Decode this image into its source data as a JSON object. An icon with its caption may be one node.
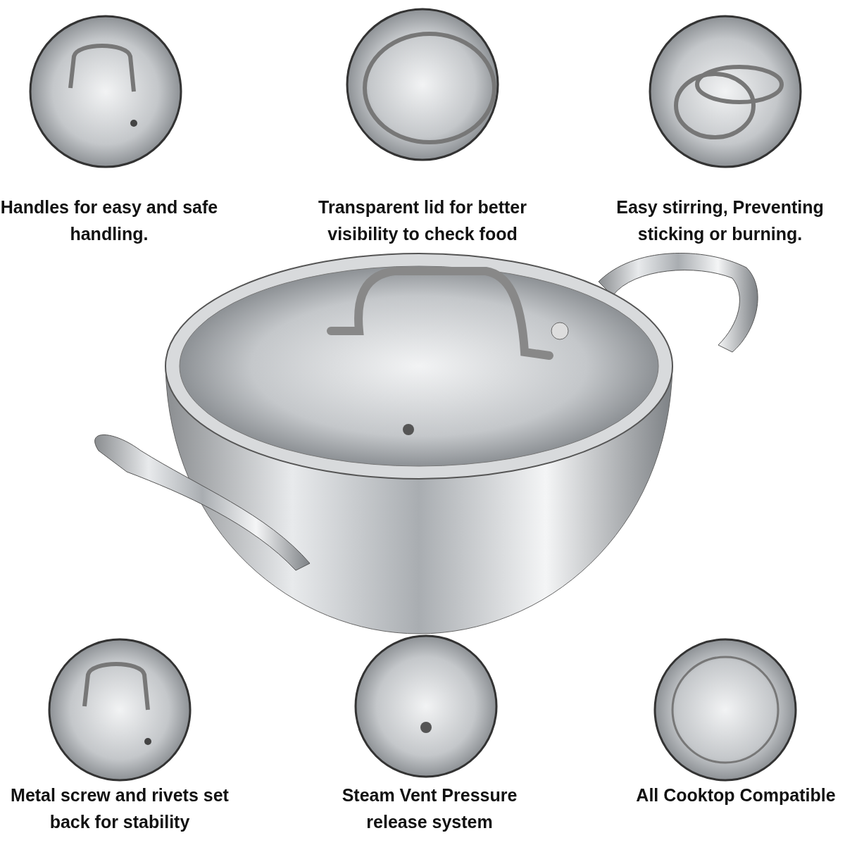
{
  "diagram": {
    "nodes": [
      {
        "text": [
          "Handles for easy and safe handling."
        ]
      },
      {
        "text": [
          "Transparent lid for better visibility to check food"
        ]
      },
      {
        "text": [
          "Easy stirring, Preventing sticking or burning."
        ]
      },
      {
        "text": [
          "Metal screw and rivets set back for stability"
        ]
      },
      {
        "text": [
          "Steam Vent Pressure release system"
        ]
      },
      {
        "text": [
          "All Cooktop Compatible"
        ]
      }
    ]
  }
}
